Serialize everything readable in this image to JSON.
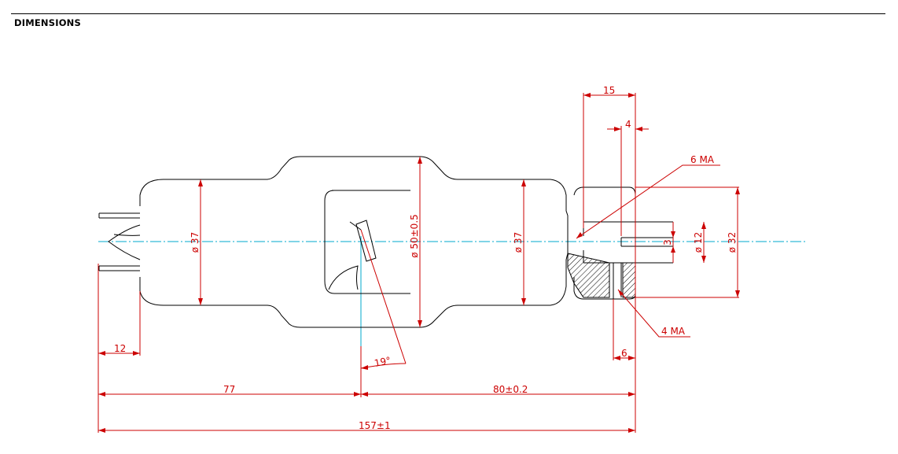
{
  "section": {
    "title": "DIMENSIONS"
  },
  "colors": {
    "outline": "#000000",
    "dimension": "#cc0000",
    "centerline": "#00aacc"
  },
  "dimensions": {
    "overall_length": "157±1",
    "left_to_center": "77",
    "center_to_right": "80±0.2",
    "pin_length": "12",
    "flange_width": "15",
    "slot_width": "4",
    "recess_width": "6",
    "diameter_left": "ø 37",
    "diameter_middle": "ø 50±0.5",
    "diameter_right": "ø 37",
    "diameter_12": "ø 12",
    "diameter_32": "ø 32",
    "height_3": "3",
    "angle": "19°",
    "note_6ma": "6 MA",
    "note_4ma": "4 MA"
  }
}
